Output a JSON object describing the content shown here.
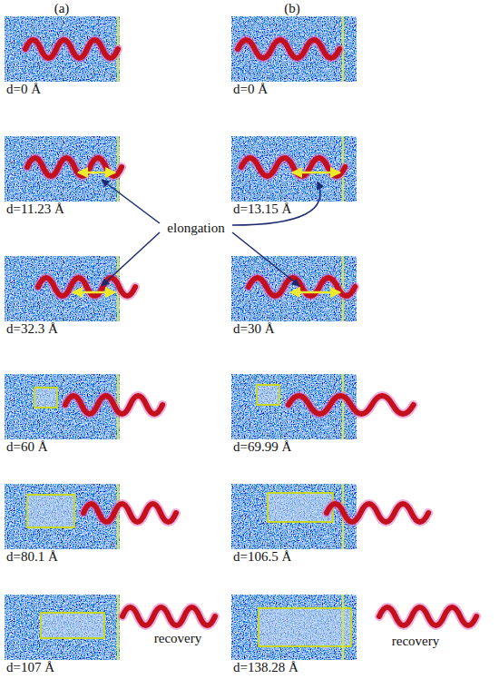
{
  "diagram": {
    "labels": [
      "(a)",
      "(b)",
      "d=0 Å",
      "d=0 Å",
      "d=11.23 Å",
      "d=13.15 Å",
      "elongation",
      "d=32.3 Å",
      "d=30 Å",
      "d=60 Å",
      "d=69.99 Å",
      "d=80.1 Å",
      "d=106.5 Å",
      "d=107 Å",
      "recovery",
      "d=138.28 Å",
      "recovery"
    ]
  }
}
